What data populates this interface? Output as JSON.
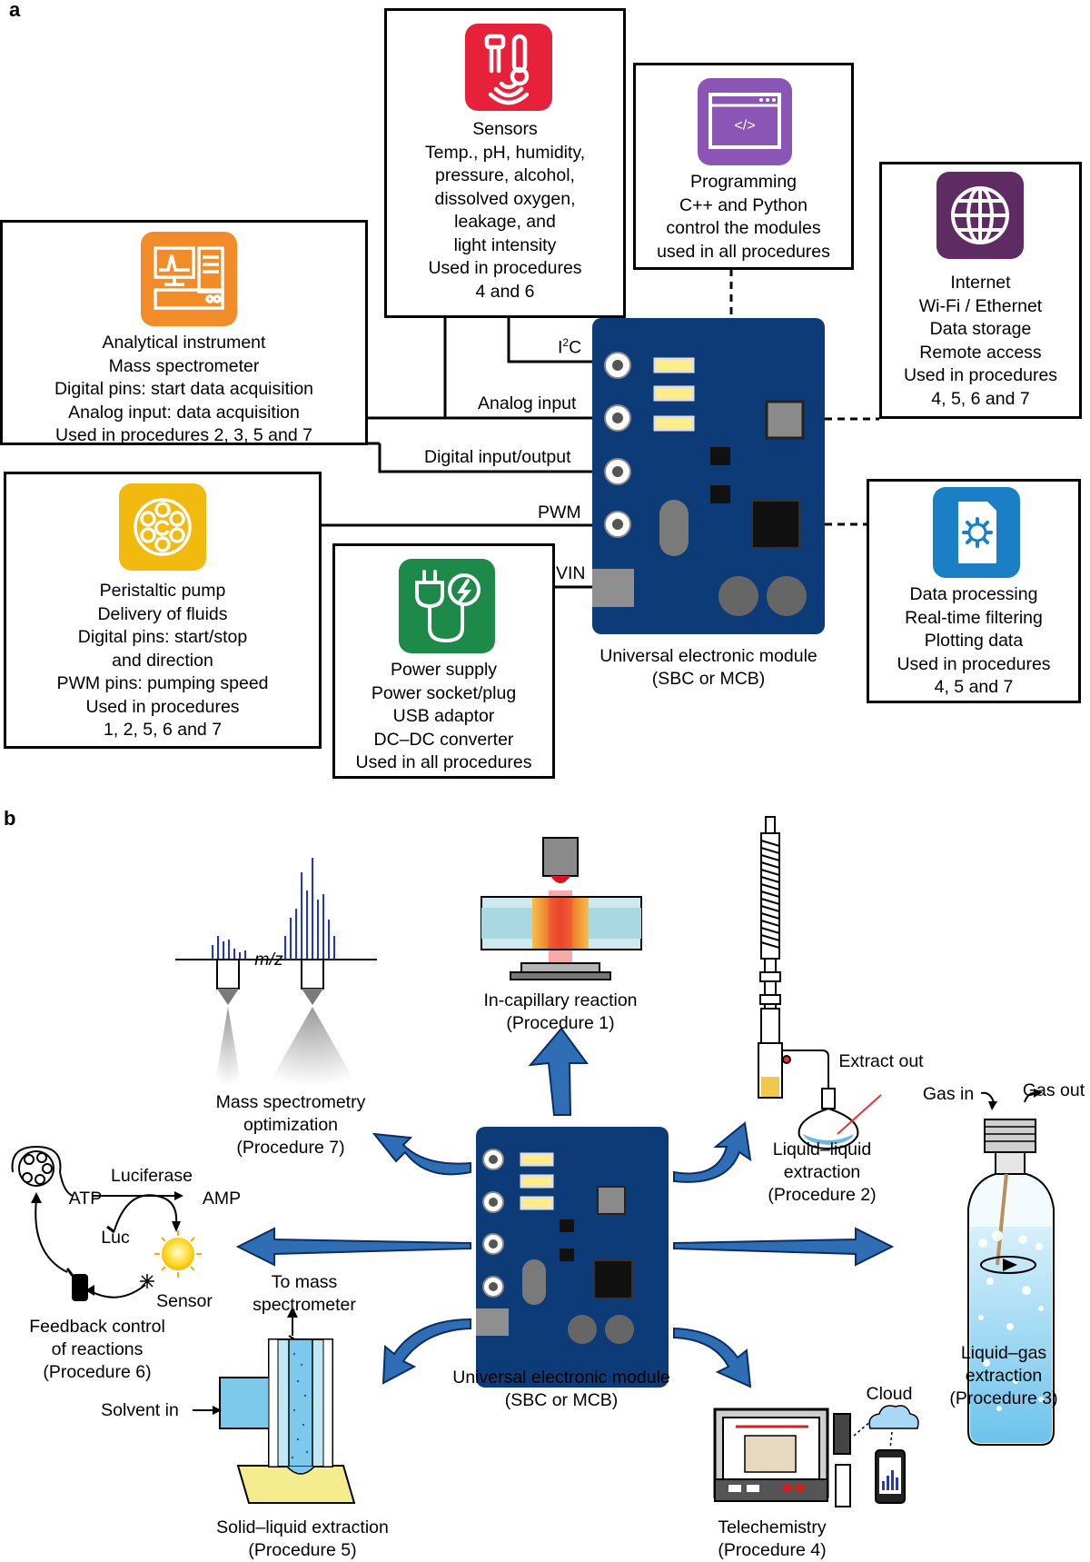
{
  "panel_a": {
    "letter": "a",
    "sensors": {
      "lines": [
        "Sensors",
        "Temp., pH, humidity,",
        "pressure, alcohol,",
        "dissolved oxygen,",
        "leakage, and",
        "light intensity",
        "Used in procedures",
        "4 and 6"
      ],
      "icon": "sensors-icon",
      "color": "#e8213a"
    },
    "programming": {
      "lines": [
        "Programming",
        "C++ and Python",
        "control the modules",
        "used in all procedures"
      ],
      "icon": "code-window-icon",
      "color": "#8a55b5",
      "code_glyph": "</>"
    },
    "internet": {
      "lines": [
        "Internet",
        "Wi-Fi / Ethernet",
        "Data storage",
        "Remote access",
        "Used in procedures",
        "4, 5, 6 and 7"
      ],
      "icon": "globe-icon",
      "color": "#5e2c63"
    },
    "analytical": {
      "lines": [
        "Analytical instrument",
        "Mass spectrometer",
        "Digital pins: start data acquisition",
        "Analog input: data acquisition",
        "Used in procedures 2, 3, 5 and 7"
      ],
      "icon": "instrument-icon",
      "color": "#f28c28"
    },
    "pump": {
      "lines": [
        "Peristaltic pump",
        "Delivery of fluids",
        "Digital pins: start/stop",
        "and direction",
        "PWM pins: pumping speed",
        "Used in procedures",
        "1, 2, 5, 6 and 7"
      ],
      "icon": "pump-icon",
      "color": "#f2b90f"
    },
    "power": {
      "lines": [
        "Power supply",
        "Power socket/plug",
        "USB adaptor",
        "DC–DC converter",
        "Used in all procedures"
      ],
      "icon": "plug-icon",
      "color": "#1e8a4a"
    },
    "processing": {
      "lines": [
        "Data processing",
        "Real-time filtering",
        "Plotting data",
        "Used in procedures",
        "4, 5 and 7"
      ],
      "icon": "gear-document-icon",
      "color": "#1a7fc4"
    },
    "pins": {
      "i2c_main": "I",
      "i2c_sup": "2",
      "i2c_tail": "C",
      "analog": "Analog input",
      "digital": "Digital input/output",
      "pwm": "PWM",
      "vin": "VIN"
    },
    "module_label": [
      "Universal electronic module",
      "(SBC or MCB)"
    ],
    "board_color": "#0d3b78"
  },
  "panel_b": {
    "letter": "b",
    "ms_axis": "m/z",
    "ms_label": [
      "Mass spectrometry",
      "optimization",
      "(Procedure 7)"
    ],
    "capillary_label": [
      "In-capillary reaction",
      "(Procedure 1)"
    ],
    "lle_extract": "Extract out",
    "lle_label": [
      "Liquid–liquid",
      "extraction",
      "(Procedure 2)"
    ],
    "gas_in": "Gas in",
    "gas_out": "Gas out",
    "lg_label": [
      "Liquid–gas",
      "extraction",
      "(Procedure 3)"
    ],
    "feedback": {
      "luciferase": "Luciferase",
      "atp": "ATP",
      "amp": "AMP",
      "luc": "Luc",
      "sensor": "Sensor",
      "label": [
        "Feedback control",
        "of reactions",
        "(Procedure 6)"
      ]
    },
    "sle_to_ms": [
      "To mass",
      "spectrometer"
    ],
    "sle_solvent": "Solvent in",
    "sle_label": [
      "Solid–liquid extraction",
      "(Procedure 5)"
    ],
    "module_label": [
      "Universal electronic module",
      "(SBC or MCB)"
    ],
    "cloud": "Cloud",
    "tele_label": [
      "Telechemistry",
      "(Procedure 4)"
    ],
    "arrow_color": "#2f6db5"
  }
}
